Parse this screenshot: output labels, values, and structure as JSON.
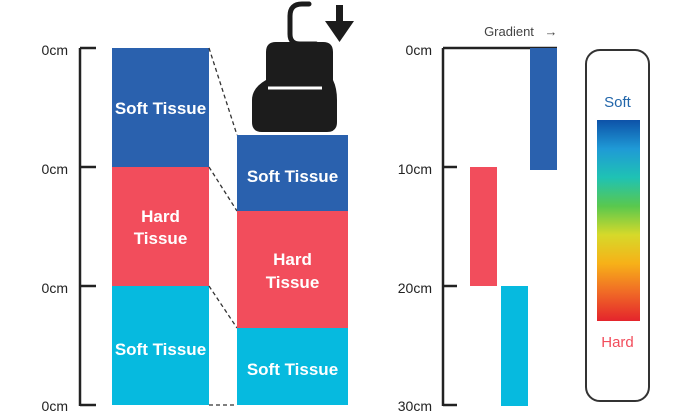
{
  "colors": {
    "soft": "#2a61ae",
    "hard": "#f24d5c",
    "cyan": "#06badf",
    "probe": "#1c1c1c",
    "axis": "#222222",
    "legend_soft": "#2266aa",
    "legend_hard": "#f24d5c"
  },
  "left_axis": {
    "ticks": [
      "0cm",
      "0cm",
      "0cm",
      "0cm"
    ]
  },
  "original_column": {
    "blocks": [
      {
        "label_lines": [
          "Soft Tissue"
        ],
        "tone": "soft"
      },
      {
        "label_lines": [
          "Hard",
          "Tissue"
        ],
        "tone": "hard"
      },
      {
        "label_lines": [
          "Soft Tissue"
        ],
        "tone": "cyan"
      }
    ]
  },
  "compressed_column": {
    "blocks": [
      {
        "label_lines": [
          "Soft Tissue"
        ],
        "tone": "soft"
      },
      {
        "label_lines": [
          "Hard",
          "Tissue"
        ],
        "tone": "hard"
      },
      {
        "label_lines": [
          "Soft Tissue"
        ],
        "tone": "cyan"
      }
    ]
  },
  "probe": {
    "icon": "ultrasound-probe-icon",
    "direction_icon": "arrow-down-icon"
  },
  "right_axis": {
    "ticks": [
      "0cm",
      "10cm",
      "20cm",
      "30cm"
    ]
  },
  "gradient_header": {
    "label": "Gradient",
    "arrow": "→"
  },
  "legend": {
    "top_label": "Soft",
    "bottom_label": "Hard",
    "scale_colors": [
      "#0d52a8",
      "#1f9ad6",
      "#1fc2b4",
      "#59c84e",
      "#d6d92a",
      "#f7b118",
      "#f06a26",
      "#e4242c"
    ]
  }
}
